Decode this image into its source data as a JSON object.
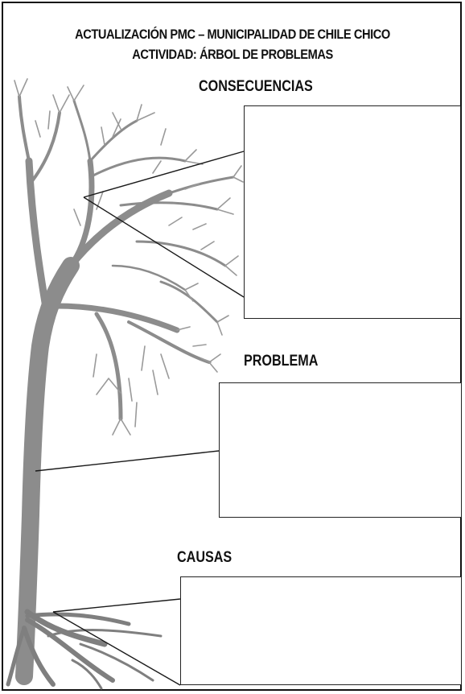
{
  "header": {
    "title_line1": "ACTUALIZACIÓN PMC – MUNICIPALIDAD DE CHILE CHICO",
    "title_line2": "ACTIVIDAD: ÁRBOL DE PROBLEMAS"
  },
  "sections": {
    "consequences_label": "CONSECUENCIAS",
    "problem_label": "PROBLEMA",
    "causes_label": "CAUSAS"
  },
  "colors": {
    "tree": "#8c8c8c",
    "border": "#111111",
    "connector": "#1a1a1a"
  },
  "icons": {
    "illustration": "tree-icon"
  }
}
